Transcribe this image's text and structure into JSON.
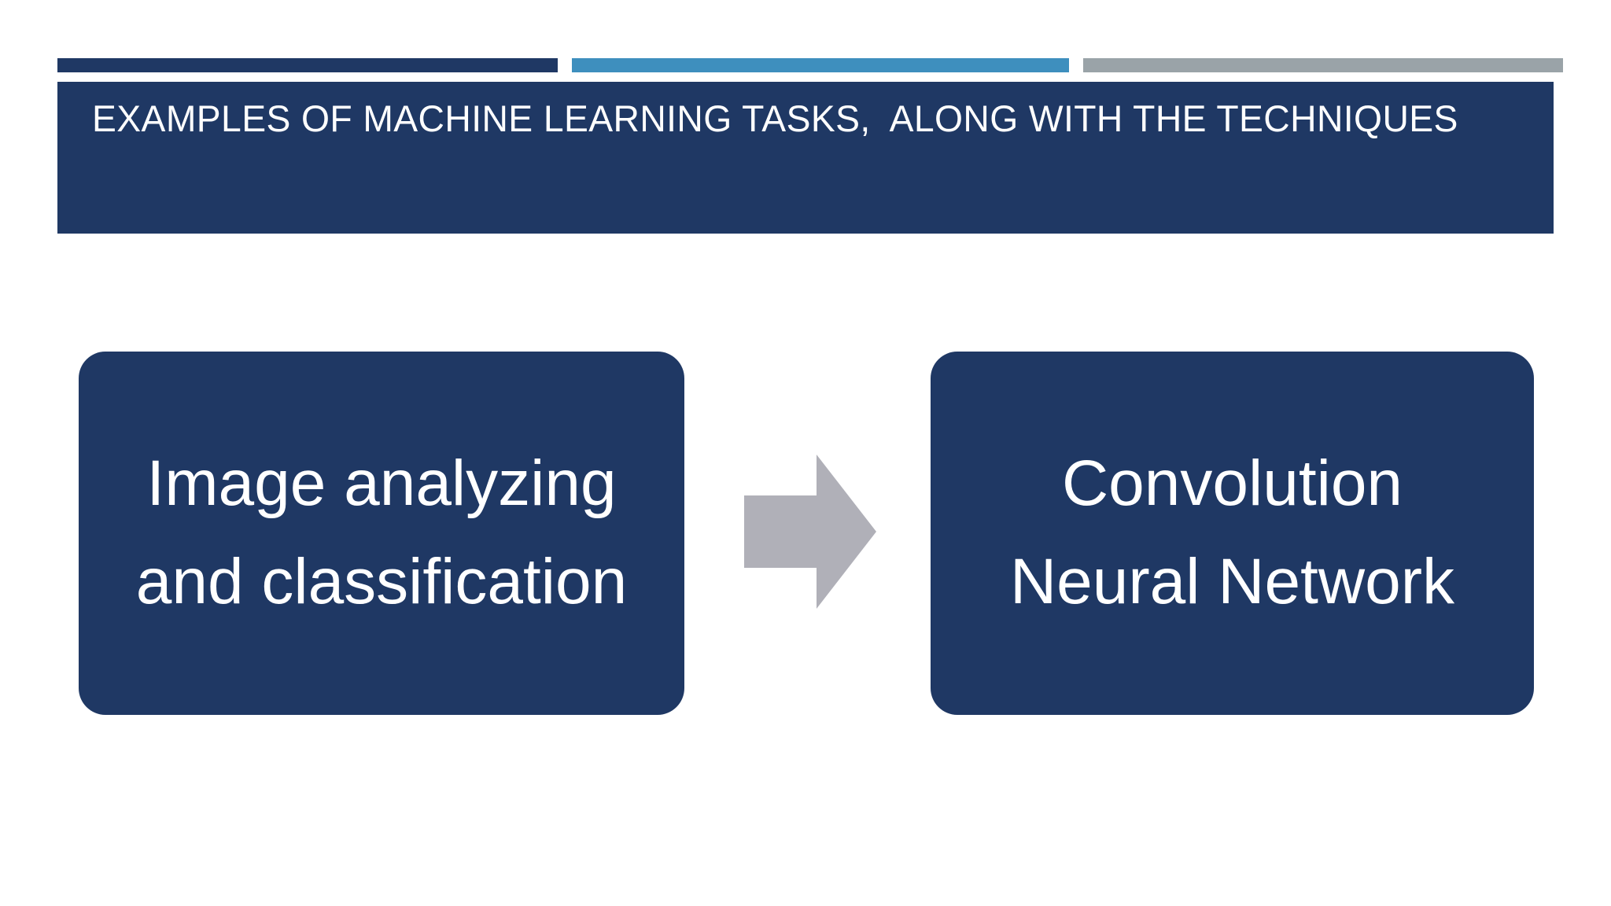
{
  "slide": {
    "background_color": "#FFFFFF",
    "accent_bars": [
      {
        "name": "navy-accent-bar",
        "color": "#1F3864"
      },
      {
        "name": "blue-accent-bar",
        "color": "#3E8FBE"
      },
      {
        "name": "gray-accent-bar",
        "color": "#9AA3A8"
      }
    ],
    "title": {
      "text": "EXAMPLES OF MACHINE LEARNING TASKS,  ALONG WITH THE TECHNIQUES",
      "banner_color": "#1F3864",
      "text_color": "#FFFFFF"
    },
    "diagram": {
      "type": "process-flow",
      "box_color": "#1F3864",
      "box_text_color": "#FFFFFF",
      "arrow_color": "#B0B0B8",
      "arrow_icon": "right-arrow-icon",
      "nodes": [
        {
          "id": "task",
          "line1": "Image analyzing",
          "line2": "and classification"
        },
        {
          "id": "technique",
          "line1": "Convolution",
          "line2": "Neural Network"
        }
      ]
    }
  }
}
